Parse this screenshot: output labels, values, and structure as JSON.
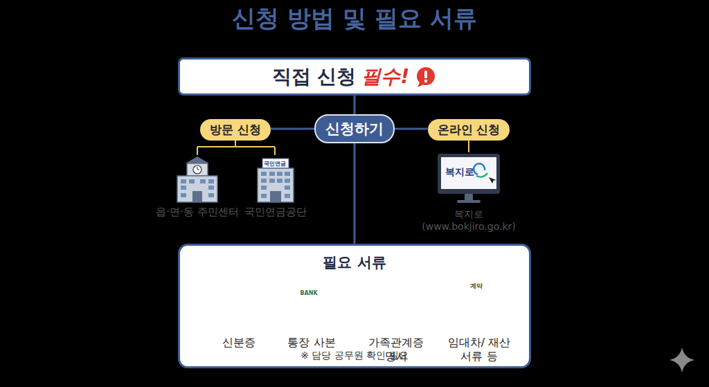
{
  "diagram": {
    "title": "신청 방법 및 필요 서류",
    "nodes": [
      {
        "text": [
          "직접 신청",
          "필수!"
        ]
      },
      {
        "text": [
          "신청하기"
        ]
      },
      {
        "text": [
          "방문 신청"
        ]
      },
      {
        "text": [
          "온라인 신청"
        ]
      },
      {
        "text": [
          "필요 서류",
          "※ 담당 공무원 확인 필요"
        ]
      },
      {
        "text": [
          "신분증"
        ],
        "in": 4
      },
      {
        "text": [
          "통장 사본"
        ],
        "in": 4
      },
      {
        "text": [
          "가족관계증명서"
        ],
        "in": 4
      },
      {
        "text": [
          "임대차/ 재산 서류 등"
        ],
        "in": 4
      }
    ],
    "edges": [
      {
        "from": 0,
        "to": 1,
        "arrow": "none"
      },
      {
        "from": 1,
        "to": 2,
        "arrow": "none"
      },
      {
        "from": 1,
        "to": 3,
        "arrow": "none"
      },
      {
        "from": 1,
        "to": 4,
        "arrow": "none"
      }
    ],
    "labels": [
      "국민연금",
      "읍·면·동 주민센터",
      "국민연금공단",
      "복지로",
      "복지로 (www.bokjiro.go.kr)",
      "BANK",
      "계약"
    ]
  }
}
